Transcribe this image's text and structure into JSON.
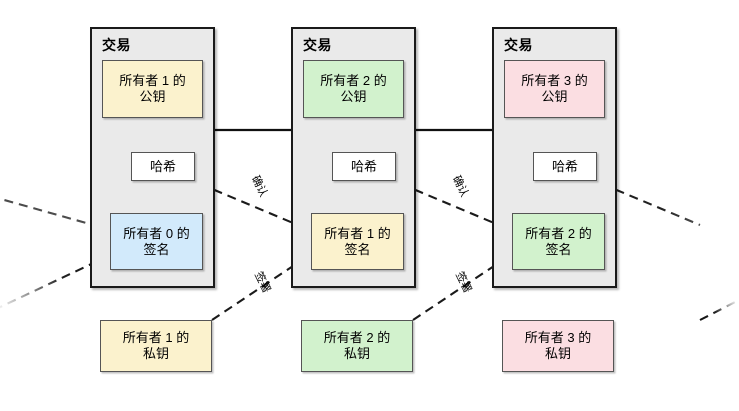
{
  "diagram": {
    "title": "Bitcoin transaction chain diagram",
    "colors": {
      "yellow": "#fbf2cd",
      "green": "#d2f2cd",
      "pink": "#fbdee2",
      "blue": "#d2eafb",
      "white": "#ffffff",
      "container": "#eaeaea",
      "outline": "#1a1a1a",
      "node_outline": "#555555",
      "background": "#ffffff"
    },
    "transactions": [
      {
        "title": "交易",
        "public_key": "所有者 1 的\n公钥",
        "public_key_line1": "所有者 1 的",
        "public_key_line2": "公钥",
        "hash": "哈希",
        "signature_line1": "所有者 0 的",
        "signature_line2": "签名"
      },
      {
        "title": "交易",
        "public_key": "所有者 2 的\n公钥",
        "public_key_line1": "所有者 2 的",
        "public_key_line2": "公钥",
        "hash": "哈希",
        "signature_line1": "所有者 1 的",
        "signature_line2": "签名"
      },
      {
        "title": "交易",
        "public_key": "所有者 3 的\n公钥",
        "public_key_line1": "所有者 3 的",
        "public_key_line2": "公钥",
        "hash": "哈希",
        "signature_line1": "所有者 2 的",
        "signature_line2": "签名"
      }
    ],
    "private_keys": [
      {
        "line1": "所有者 1 的",
        "line2": "私钥"
      },
      {
        "line1": "所有者 2 的",
        "line2": "私钥"
      },
      {
        "line1": "所有者 3 的",
        "line2": "私钥"
      }
    ],
    "edge_labels": {
      "verify": "确认",
      "sign": "签署"
    }
  }
}
